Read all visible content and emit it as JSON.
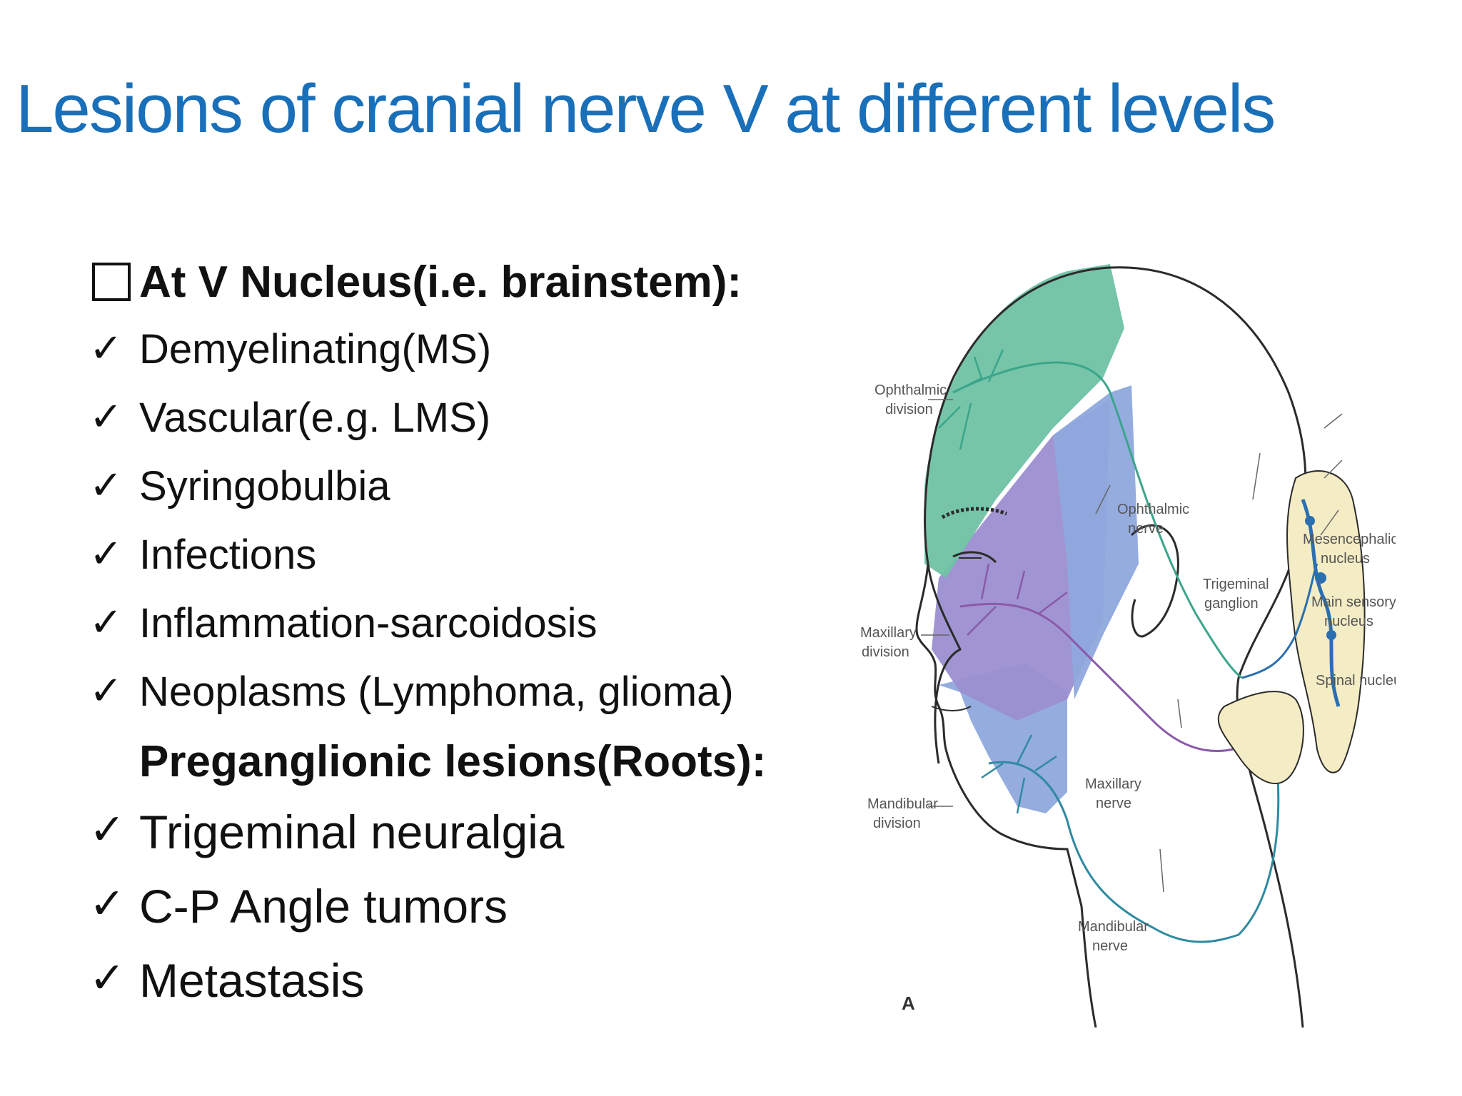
{
  "slide": {
    "title": "Lesions of cranial nerve V at different levels",
    "sections": [
      {
        "heading": "At V Nucleus(i.e. brainstem):",
        "items": [
          "Demyelinating(MS)",
          "Vascular(e.g. LMS)",
          "Syringobulbia",
          "Infections",
          "Inflammation-sarcoidosis",
          "Neoplasms (Lymphoma, glioma)"
        ]
      },
      {
        "heading": "Preganglionic lesions(Roots):",
        "items": [
          "Trigeminal neuralgia",
          "C-P Angle tumors",
          "Metastasis"
        ]
      }
    ],
    "check_glyph": "✓"
  },
  "figure": {
    "labels": {
      "ophthalmic_division": [
        "Ophthalmic",
        "division"
      ],
      "maxillary_division": [
        "Maxillary",
        "division"
      ],
      "mandibular_division": [
        "Mandibular",
        "division"
      ],
      "ophthalmic_nerve": [
        "Ophthalmic",
        "nerve"
      ],
      "maxillary_nerve": [
        "Maxillary",
        "nerve"
      ],
      "mandibular_nerve": [
        "Mandibular",
        "nerve"
      ],
      "trigeminal_ganglion": [
        "Trigeminal",
        "ganglion"
      ],
      "mesencephalic_nucleus": [
        "Mesencephalic",
        "nucleus"
      ],
      "main_sensory_nucleus": [
        "Main sensory",
        "nucleus"
      ],
      "spinal_nucleus": [
        "Spinal nucleus"
      ],
      "panel_letter": "A"
    },
    "colors": {
      "ophthalmic": "#6fc2a4",
      "maxillary": "#9b8fd0",
      "mandibular": "#8fa8dd",
      "outline": "#2b2b2b",
      "brainstem": "#f4ecc4"
    }
  }
}
